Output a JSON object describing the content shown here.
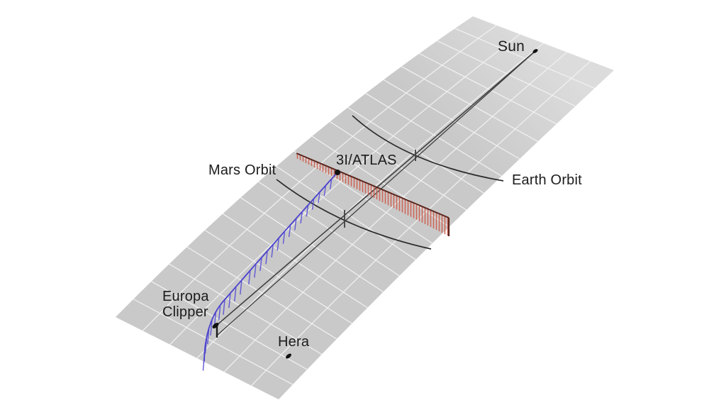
{
  "figure": {
    "background": "#ffffff",
    "labels": {
      "sun": "Sun",
      "atlas": "3I/ATLAS",
      "mars_orbit": "Mars Orbit",
      "earth_orbit": "Earth Orbit",
      "europa_clipper_line1": "Europa",
      "europa_clipper_line2": "Clipper",
      "hera": "Hera"
    },
    "colors": {
      "plane_fill": "#c9c9c9",
      "plane_fill_far": "#dcdcdc",
      "grid_line": "#f1f1f1",
      "atlas_trajectory_red": "#cd5a49",
      "atlas_trajectory_dark": "#5a241c",
      "clipper_trajectory_blue": "#4a42cc",
      "clipper_tick_blue": "#5b52d4",
      "sun_line": "#404040",
      "orbit_arc": "#2a2a2a",
      "marker": "#111111",
      "text": "#1c1c1c"
    }
  }
}
